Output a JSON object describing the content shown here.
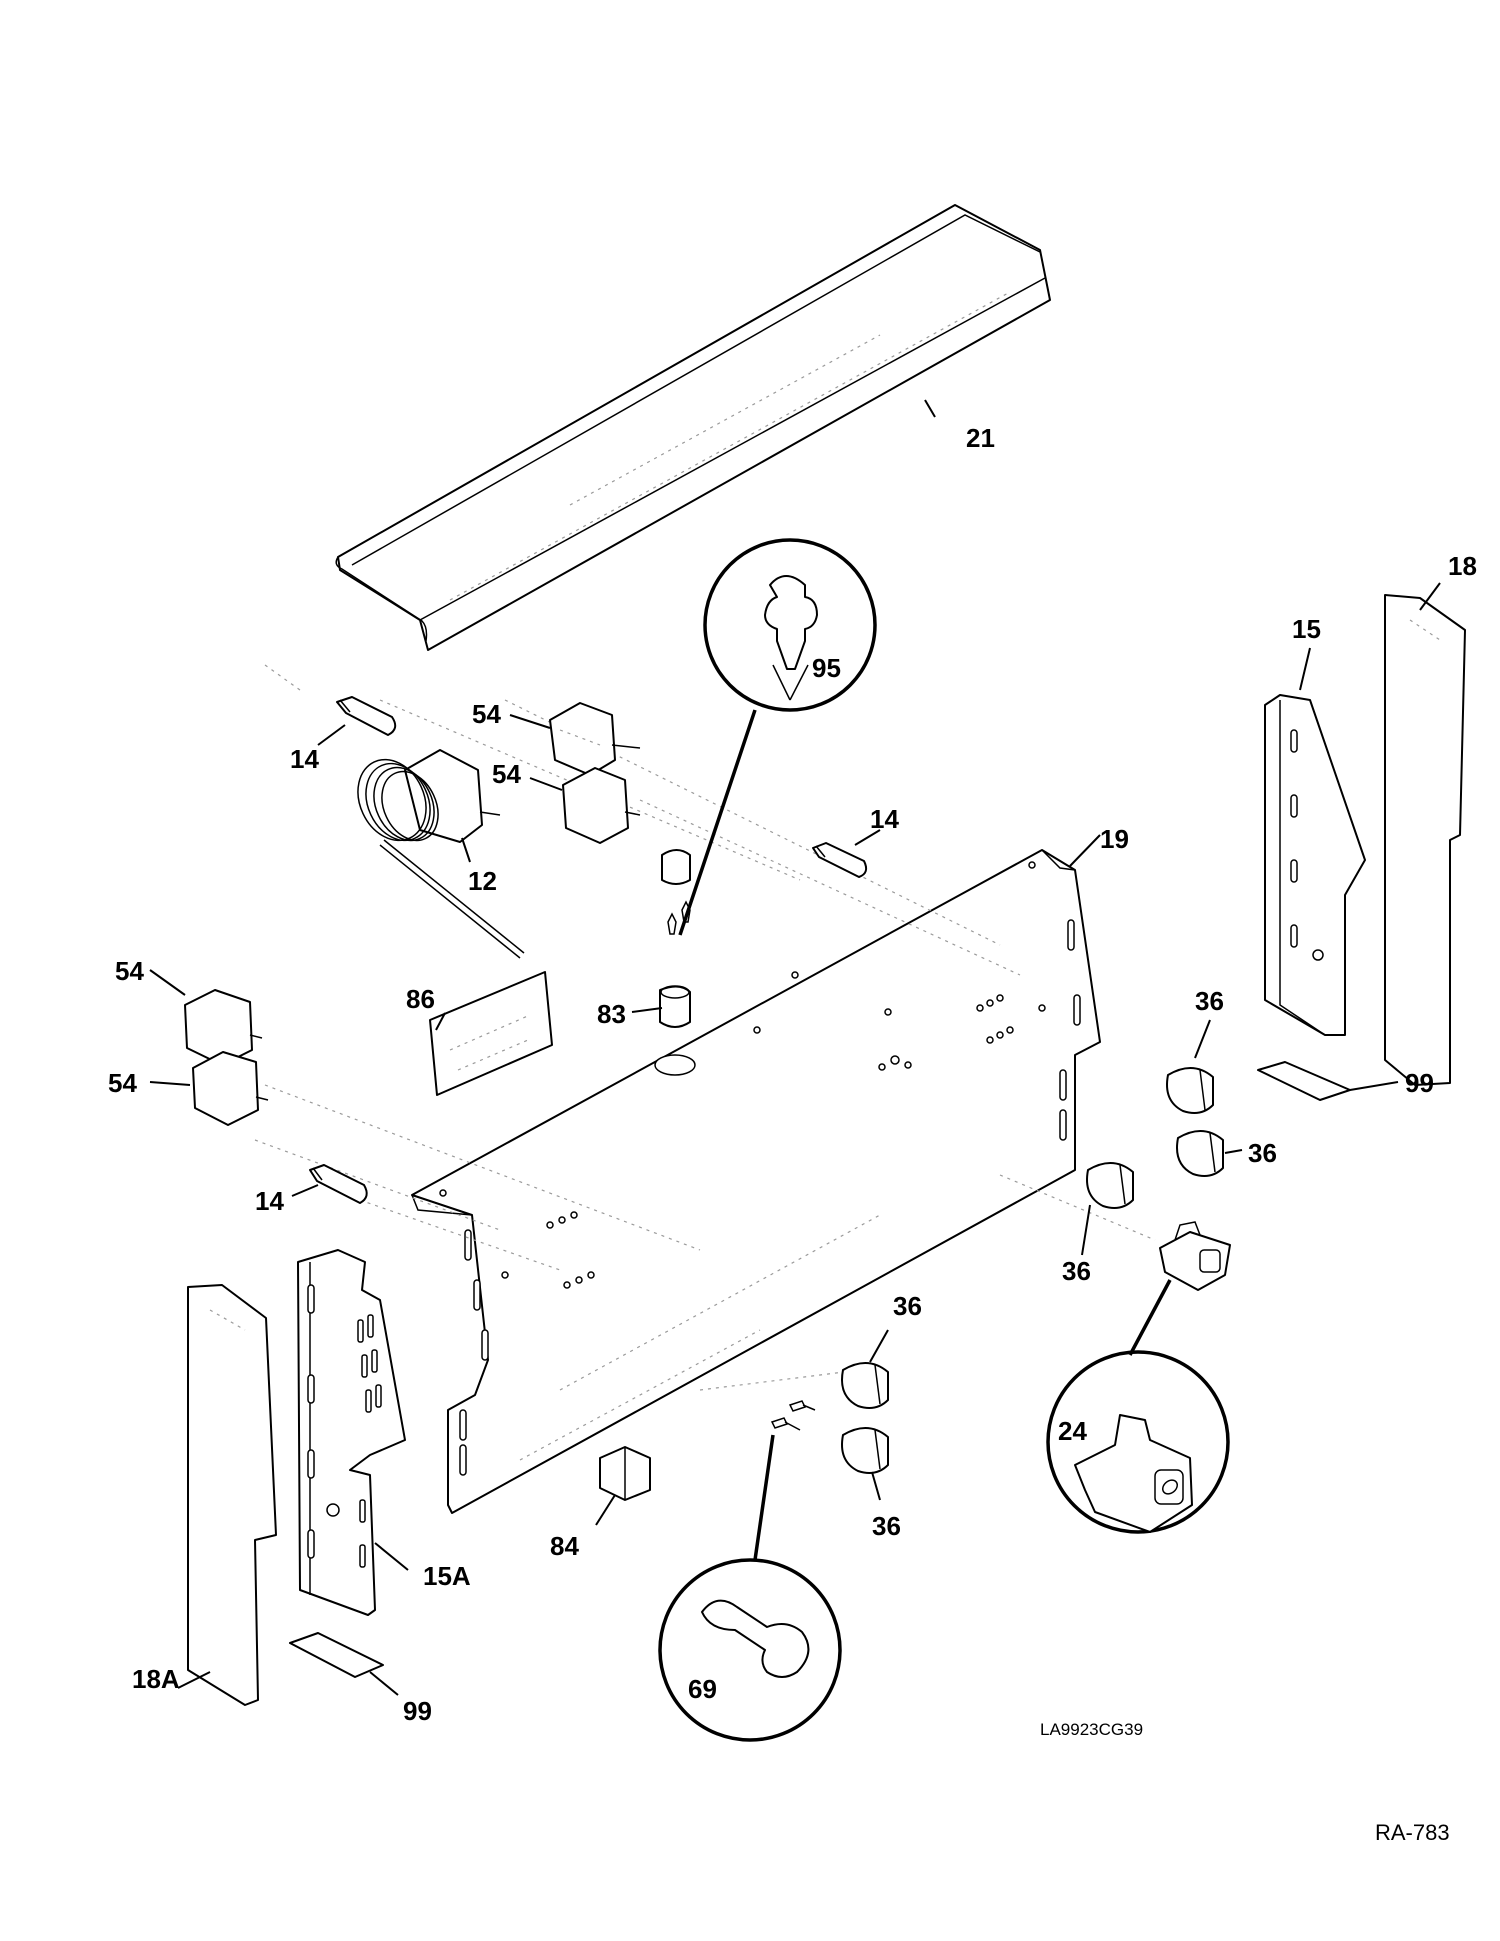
{
  "diagram": {
    "drawing_code": "LA9923CG39",
    "reference": "RA-783",
    "callouts": {
      "c21": "21",
      "c18": "18",
      "c15": "15",
      "c95": "95",
      "c54a": "54",
      "c54b": "54",
      "c14a": "14",
      "c12": "12",
      "c14b": "14",
      "c19": "19",
      "c54c": "54",
      "c54d": "54",
      "c86": "86",
      "c83": "83",
      "c36a": "36",
      "c99a": "99",
      "c36b": "36",
      "c14c": "14",
      "c36c": "36",
      "c36d": "36",
      "c24": "24",
      "c15A": "15A",
      "c84": "84",
      "c36e": "36",
      "c18A": "18A",
      "c99b": "99",
      "c69": "69"
    }
  }
}
